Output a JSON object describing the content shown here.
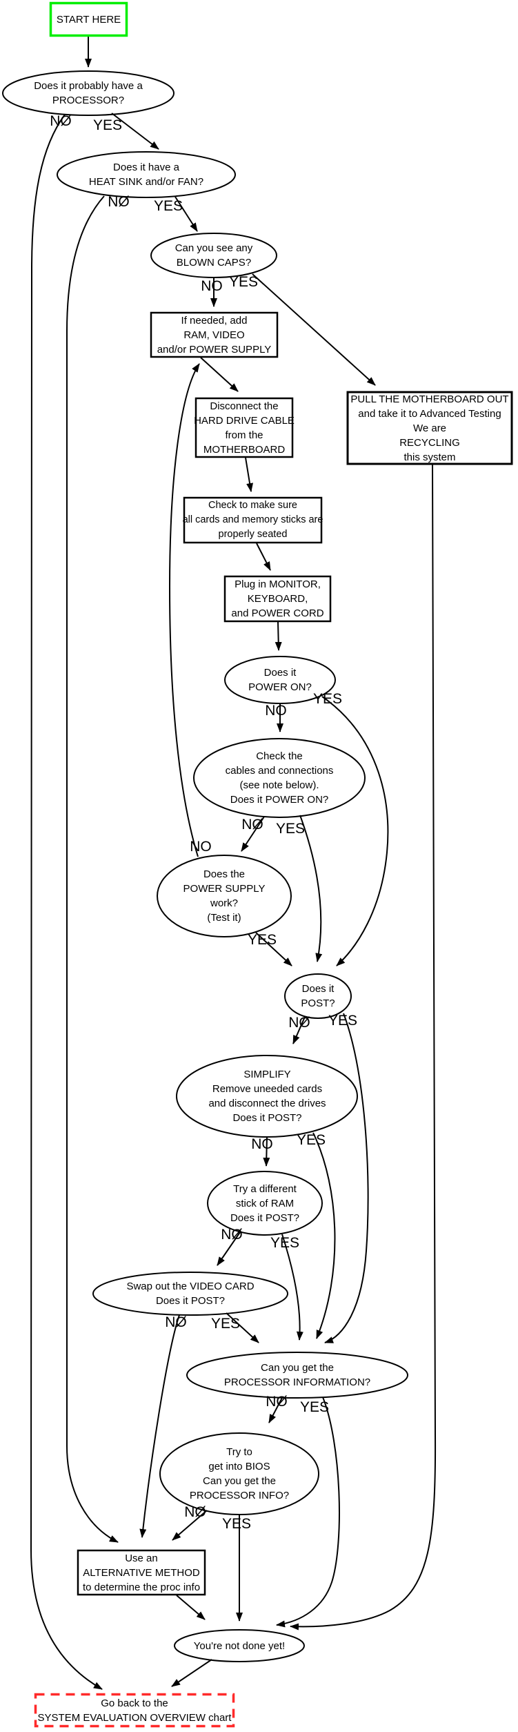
{
  "nodes": {
    "start": {
      "label": "START HERE"
    },
    "processor": {
      "label": "Does it probably have a\nPROCESSOR?"
    },
    "heatsink": {
      "label": "Does it have a\nHEAT SINK and/or FAN?"
    },
    "blown_caps": {
      "label": "Can you see any\nBLOWN CAPS?"
    },
    "add_parts": {
      "label": "If needed, add\nRAM, VIDEO\nand/or POWER SUPPLY"
    },
    "pull_out": {
      "label": "PULL THE MOTHERBOARD OUT\nand take it to Advanced Testing\nWe are\nRECYCLING\nthis system"
    },
    "disconnect": {
      "label": "Disconnect the\nHARD DRIVE CABLE\nfrom the\nMOTHERBOARD"
    },
    "seated": {
      "label": "Check to make sure\nall cards and memory sticks are\nproperly seated"
    },
    "plug_in": {
      "label": "Plug in MONITOR,\nKEYBOARD,\nand POWER CORD"
    },
    "power_on": {
      "label": "Does it\nPOWER ON?"
    },
    "check_cables": {
      "label": "Check the\ncables and connections\n(see note below).\nDoes it POWER ON?"
    },
    "power_supply": {
      "label": "Does the\nPOWER SUPPLY\nwork?\n(Test it)"
    },
    "post": {
      "label": "Does it\nPOST?"
    },
    "simplify": {
      "label": "SIMPLIFY\nRemove uneeded cards\nand disconnect the drives\nDoes it POST?"
    },
    "ram": {
      "label": "Try a different\nstick of RAM\nDoes it POST?"
    },
    "video": {
      "label": "Swap out the VIDEO CARD\nDoes it POST?"
    },
    "proc_info": {
      "label": "Can you get the\nPROCESSOR INFORMATION?"
    },
    "bios": {
      "label": "Try to\nget into BIOS\nCan you get the\nPROCESSOR INFO?"
    },
    "alt_method": {
      "label": "Use an\nALTERNATIVE METHOD\nto determine the proc info"
    },
    "not_done": {
      "label": "You're not done yet!"
    },
    "go_back": {
      "label": "Go back to the\nSYSTEM EVALUATION OVERVIEW chart"
    }
  },
  "edge_labels": {
    "processor_no": "NØ",
    "processor_yes": "YES",
    "heatsink_no": "NØ",
    "heatsink_yes": "YES",
    "caps_no": "NO",
    "caps_yes": "YES",
    "poweron_no": "NO",
    "poweron_yes": "YES",
    "cables_no": "NØ",
    "cables_yes": "YES",
    "psu_no": "NO",
    "psu_yes": "YES",
    "post_no": "NØ",
    "post_yes": "YES",
    "simplify_no": "NO",
    "simplify_yes": "YES",
    "ram_no": "NØ",
    "ram_yes": "YES",
    "video_no": "NØ",
    "video_yes": "YES",
    "procinfo_no": "NØ",
    "procinfo_yes": "YES",
    "bios_no": "NØ",
    "bios_yes": "YES"
  },
  "colors": {
    "stroke": "#000000",
    "start_border": "#00ee00",
    "goback_border": "#ff2a2a"
  }
}
